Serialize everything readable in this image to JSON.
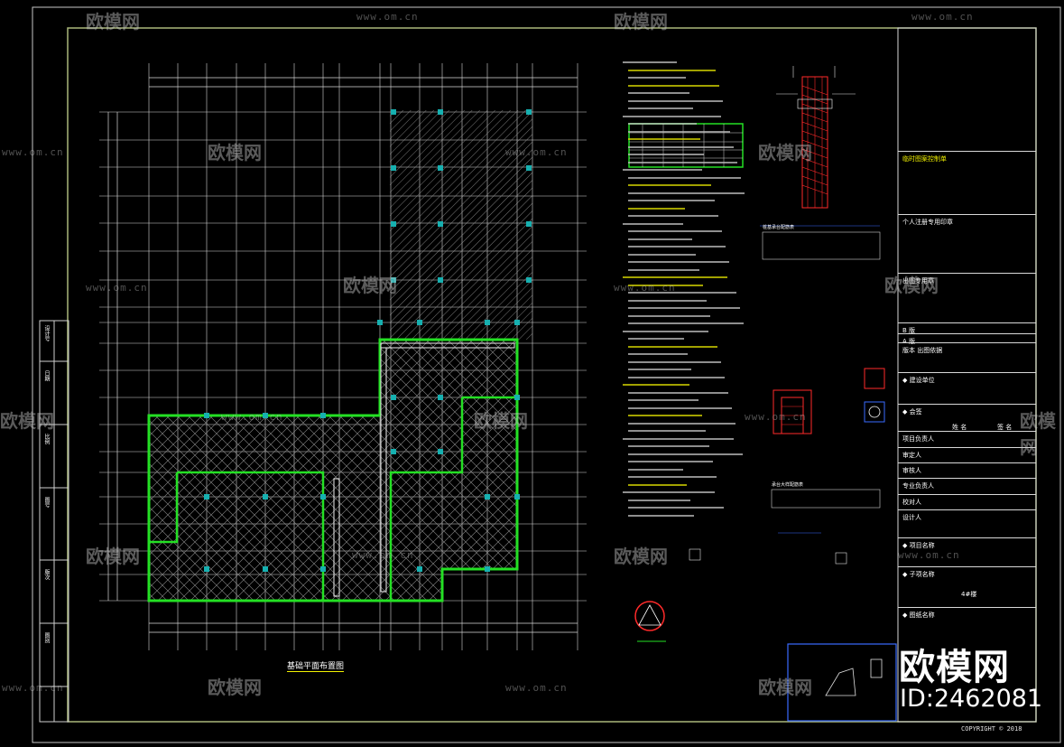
{
  "drawing": {
    "plan_title": "基础平面布置图",
    "copyright": "COPYRIGHT © 2018"
  },
  "watermark": {
    "brand": "欧模网",
    "url": "www.om.cn",
    "id_text": "ID:2462081"
  },
  "title_block": {
    "rows": [
      {
        "label": "临时图案控制单",
        "color": "yellow"
      },
      {
        "label": "个人注册专用印章",
        "color": "white"
      },
      {
        "label": "出图专用章",
        "color": "white"
      },
      {
        "label": "B 版",
        "color": "white"
      },
      {
        "label": "A 版",
        "color": "white"
      },
      {
        "label": "版本  出图依据",
        "color": "white"
      },
      {
        "label": "◆ 建设单位",
        "color": "white"
      },
      {
        "label": "◆ 会签",
        "color": "white"
      },
      {
        "label": "项目负责人",
        "color": "white"
      },
      {
        "label": "审定人",
        "color": "white"
      },
      {
        "label": "审核人",
        "color": "white"
      },
      {
        "label": "专业负责人",
        "color": "white"
      },
      {
        "label": "校对人",
        "color": "white"
      },
      {
        "label": "设计人",
        "color": "white"
      },
      {
        "label": "◆ 项目名称",
        "color": "white"
      },
      {
        "label": "◆ 子项名称",
        "color": "white"
      },
      {
        "label": "◆ 图纸名称",
        "color": "white"
      }
    ],
    "sign_headers": [
      "姓 名",
      "签 名"
    ],
    "subitem": "4#楼"
  },
  "left_strip": {
    "labels": [
      "设计号",
      "日期",
      "比例",
      "图号",
      "版次",
      "图别"
    ]
  },
  "detail_tables": [
    {
      "title": "桩基承台配筋表"
    },
    {
      "title": "承台大样配筋表"
    }
  ]
}
